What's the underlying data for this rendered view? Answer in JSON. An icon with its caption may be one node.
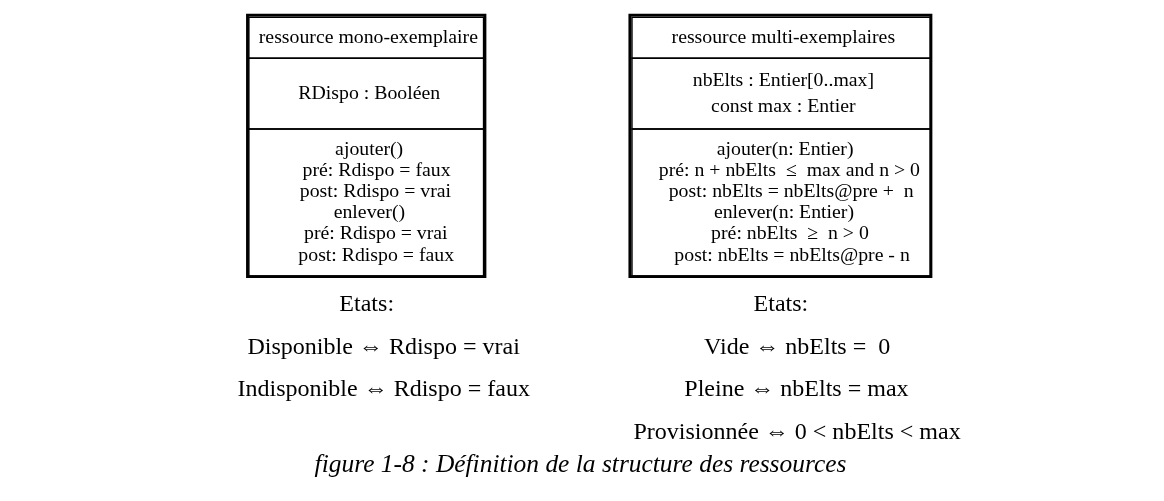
{
  "diagram": {
    "caption": "figure 1-8 : Définition de la structure des ressources",
    "nodes": [
      {
        "text": [
          "ressource mono-exemplaire",
          "RDispo : Booléen",
          "ajouter()",
          "pré: Rdispo = faux",
          "post: Rdispo = vrai",
          "enlever()",
          "pré: Rdispo = vrai",
          "post: Rdispo = faux"
        ]
      },
      {
        "text": [
          "ressource multi-exemplaires",
          "nbElts : Entier[0..max]",
          "const max : Entier",
          "ajouter(n: Entier)",
          "pré: n + nbElts  ≤  max and n > 0",
          "post: nbElts = nbElts@pre +  n",
          "enlever(n: Entier)",
          "pré: nbElts  ≥  n > 0",
          "post: nbElts = nbElts@pre - n"
        ]
      }
    ],
    "edges": [],
    "labels": [
      "Etats:",
      "Disponible ⇔ Rdispo = vrai",
      "Indisponible ⇔ Rdispo = faux",
      "Etats:",
      "Vide ⇔ nbElts =  0",
      "Pleine ⇔ nbElts = max",
      "Provisionnée ⇔ 0 < nbElts < max"
    ]
  }
}
